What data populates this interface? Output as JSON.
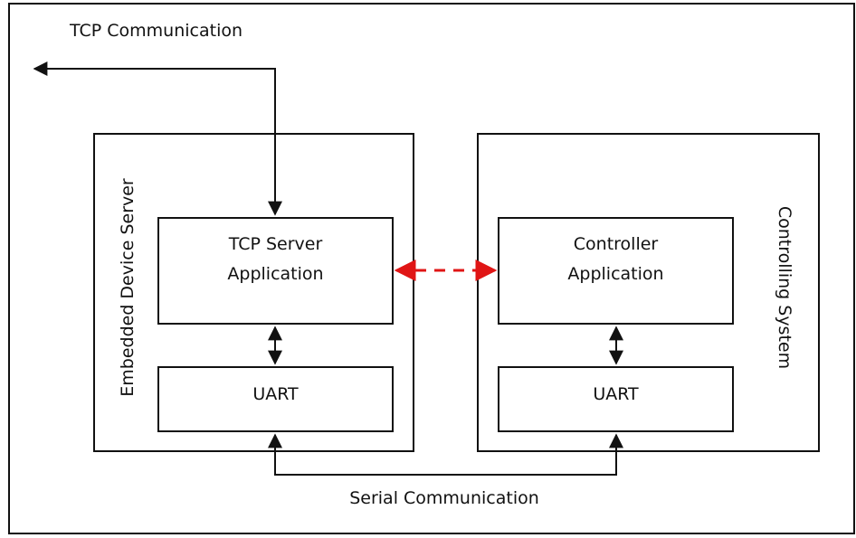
{
  "labels": {
    "tcp_communication": "TCP Communication",
    "serial_communication": "Serial Communication",
    "embedded_device_server": "Embedded Device Server",
    "controlling_system": "Controlling System",
    "tcp_server_application_line1": "TCP Server",
    "tcp_server_application_line2": "Application",
    "controller_application_line1": "Controller",
    "controller_application_line2": "Application",
    "uart_left": "UART",
    "uart_right": "UART"
  },
  "colors": {
    "line": "#111111",
    "dashed_link": "#e01515",
    "background": "#ffffff"
  }
}
